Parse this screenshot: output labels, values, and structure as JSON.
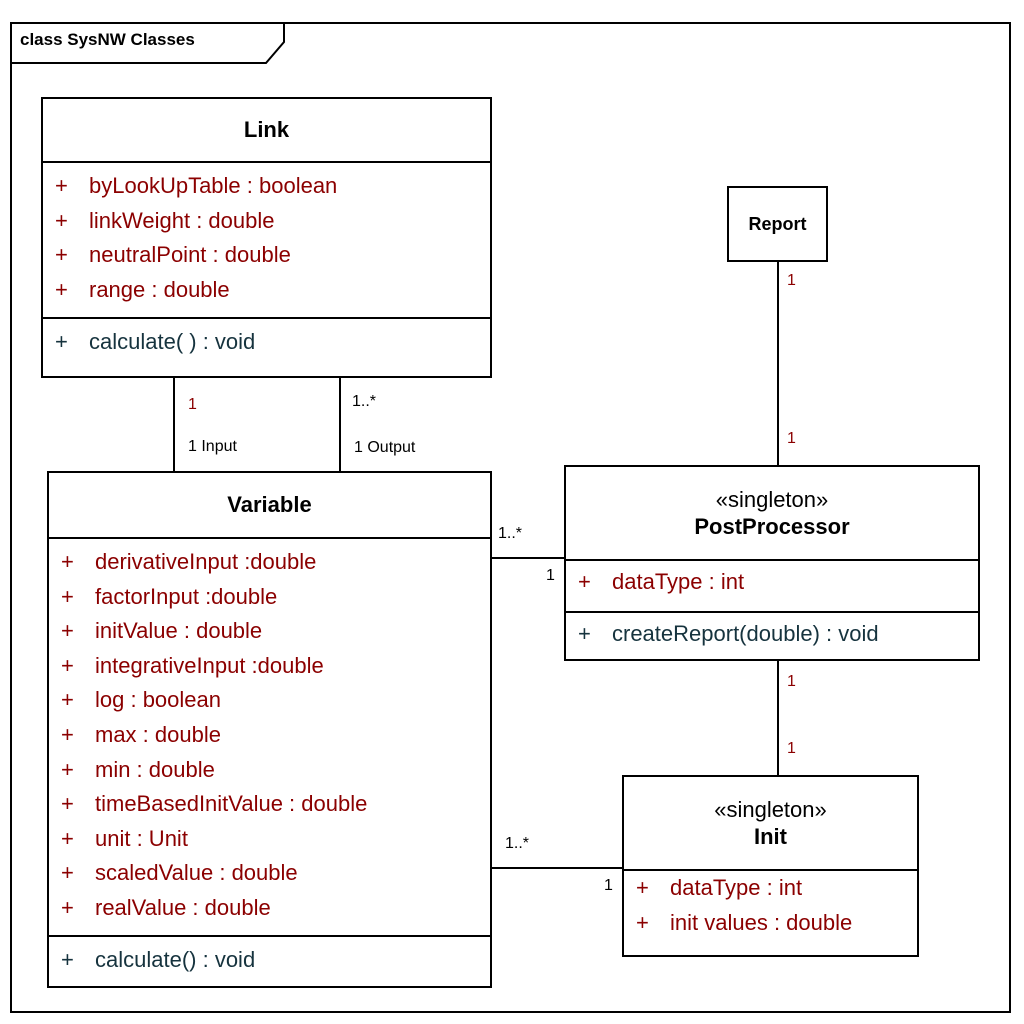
{
  "frame": {
    "title": "class SysNW Classes"
  },
  "classes": {
    "link": {
      "name": "Link",
      "attributes": [
        {
          "vis": "+",
          "text": "byLookUpTable  : boolean"
        },
        {
          "vis": "+",
          "text": "linkWeight  : double"
        },
        {
          "vis": "+",
          "text": "neutralPoint  : double"
        },
        {
          "vis": "+",
          "text": "range  : double"
        }
      ],
      "operations": [
        {
          "vis": "+",
          "text": "calculate( )  : void"
        }
      ]
    },
    "variable": {
      "name": "Variable",
      "attributes": [
        {
          "vis": "+",
          "text": "derivativeInput   :double"
        },
        {
          "vis": "+",
          "text": "factorInput   :double"
        },
        {
          "vis": "+",
          "text": "initValue  : double"
        },
        {
          "vis": "+",
          "text": "integrativeInput   :double"
        },
        {
          "vis": "+",
          "text": "log  : boolean"
        },
        {
          "vis": "+",
          "text": "max  : double"
        },
        {
          "vis": "+",
          "text": "min  : double"
        },
        {
          "vis": "+",
          "text": "timeBasedInitValue  : double"
        },
        {
          "vis": "+",
          "text": "unit  : Unit"
        },
        {
          "vis": "+",
          "text": "scaledValue : double"
        },
        {
          "vis": "+",
          "text": "realValue : double"
        }
      ],
      "operations": [
        {
          "vis": "+",
          "text": "calculate()  : void"
        }
      ]
    },
    "report": {
      "name": "Report"
    },
    "postprocessor": {
      "stereotype": "«singleton»",
      "name": "PostProcessor",
      "attributes": [
        {
          "vis": "+",
          "text": "dataType  : int"
        }
      ],
      "operations": [
        {
          "vis": "+",
          "text": "createReport(double)  : void"
        }
      ]
    },
    "init": {
      "stereotype": "«singleton»",
      "name": "Init",
      "attributes": [
        {
          "vis": "+",
          "text": "dataType  : int"
        },
        {
          "vis": "+",
          "text": "init values  : double"
        }
      ]
    }
  },
  "associations": {
    "link_variable_input": {
      "link_end": "1",
      "variable_end": "1 Input"
    },
    "link_variable_output": {
      "link_end": "1..*",
      "variable_end": "1 Output"
    },
    "report_postprocessor": {
      "report_end": "1",
      "postprocessor_end": "1"
    },
    "variable_postprocessor": {
      "variable_end": "1..*",
      "postprocessor_end": "1"
    },
    "postprocessor_init": {
      "postprocessor_end": "1",
      "init_end": "1"
    },
    "variable_init": {
      "variable_end": "1..*",
      "init_end": "1"
    }
  },
  "colors": {
    "attribute": "#8b0000",
    "operation": "#16333e",
    "border": "#000000"
  }
}
